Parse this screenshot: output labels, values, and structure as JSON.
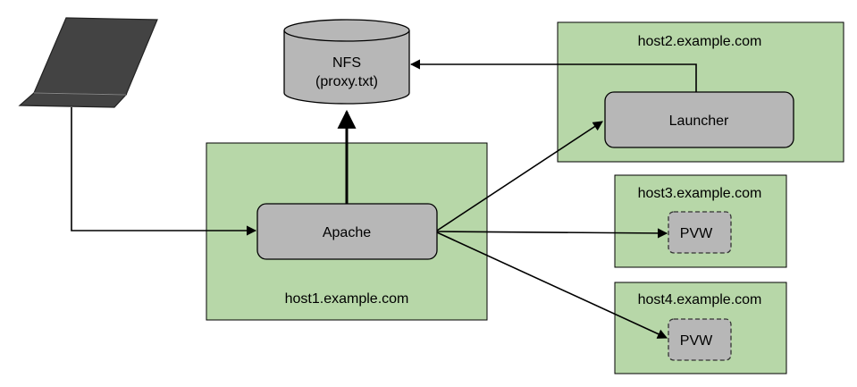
{
  "colors": {
    "host_fill": "#b7d7a8",
    "node_fill": "#b7b7b7",
    "laptop_fill": "#434343",
    "laptop_top": "#666666",
    "edge": "#000000"
  },
  "nfs": {
    "line1": "NFS",
    "line2": "(proxy.txt)",
    "icon": "database-cylinder-icon"
  },
  "laptop": {
    "icon": "laptop-icon"
  },
  "hosts": {
    "host1": {
      "name": "host1.example.com",
      "service": "Apache"
    },
    "host2": {
      "name": "host2.example.com",
      "service": "Launcher"
    },
    "host3": {
      "name": "host3.example.com",
      "service": "PVW"
    },
    "host4": {
      "name": "host4.example.com",
      "service": "PVW"
    }
  }
}
